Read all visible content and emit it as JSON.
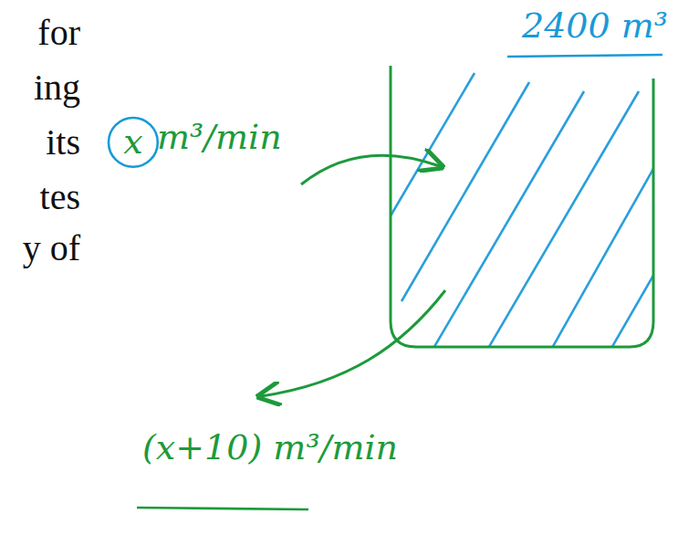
{
  "diagram": {
    "nodes": [
      {
        "text": [
          "x"
        ]
      }
    ],
    "labels": [
      "for",
      "ing",
      "its",
      "tes",
      "y of",
      "2400 m³",
      "m³/min",
      "(x+10) m³/min"
    ]
  }
}
